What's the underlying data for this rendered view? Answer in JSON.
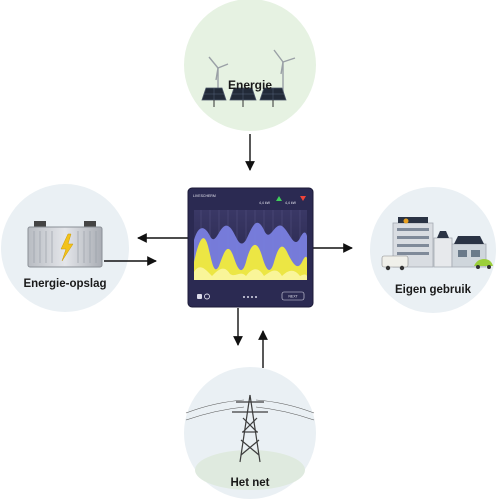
{
  "nodes": {
    "top": {
      "label": "Energie"
    },
    "left": {
      "label": "Energie-opslag"
    },
    "right": {
      "label": "Eigen gebruik"
    },
    "bottom": {
      "label": "Het net"
    }
  },
  "device": {
    "header": "LIVESCHERM",
    "stat_in": "4,4 kW",
    "stat_out": "4,4 kW",
    "button": "NEXT"
  },
  "colors": {
    "circle_top": "#e8f3e4",
    "circle_side": "#eaf1f5",
    "device_bg": "#2e2d57",
    "wave_purple": "#7b7fe0",
    "wave_yellow": "#f2ec3c",
    "arrow": "#111111"
  }
}
